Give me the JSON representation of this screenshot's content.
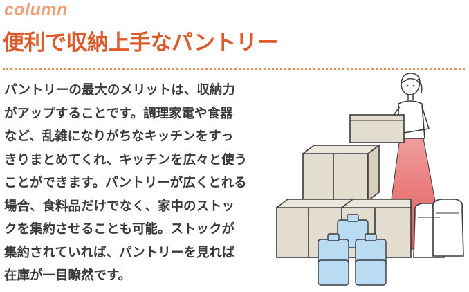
{
  "header": {
    "column_label": "column",
    "title": "便利で収納上手なパントリー"
  },
  "article": {
    "lines": [
      "パントリーの最大のメリットは、収納力",
      "がアップすることです。調理家電や食器",
      "など、乱雑になりがちなキッチンをすっ",
      "きりまとめてくれ、キッチンを広々と使う",
      "ことができます。パントリーが広くとれる",
      "場合、食料品だけでなく、家中のストッ",
      "クを集約させることも可能。ストックが",
      "集約されていれば、パントリーを見れば",
      "在庫が一目瞭然です。"
    ]
  },
  "illustration": {
    "subject": "woman-carrying-box-with-stacked-boxes-and-water-bottles",
    "colors": {
      "box_fill": "#e3ddcf",
      "box_outline": "#3a3a3a",
      "bottle_fill": "#b9dcf2",
      "light_beam": "#e24e4e",
      "skin": "#ffffff"
    }
  },
  "theme": {
    "accent_light": "#f0a177",
    "accent": "#dd5a2a",
    "text": "#3a3a3a"
  }
}
